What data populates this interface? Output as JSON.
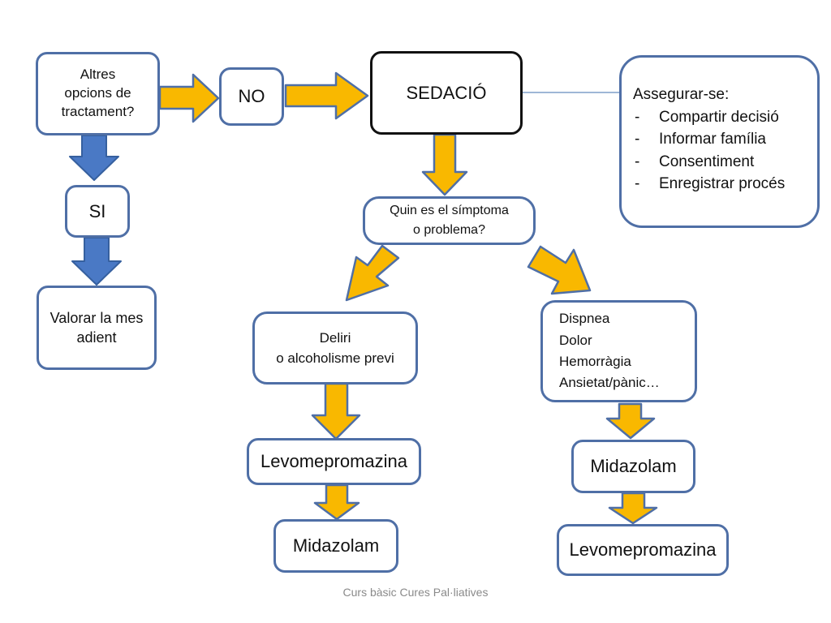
{
  "colors": {
    "orange_arrow": "#f9b800",
    "blue_arrow": "#4a79c5",
    "box_border": "#4f6fa6",
    "connector": "#7f9fc9"
  },
  "boxes": {
    "altres": {
      "lines": [
        "Altres",
        "opcions de",
        "tractament?"
      ]
    },
    "no": {
      "text": "NO"
    },
    "sedacio": {
      "text": "SEDACIÓ"
    },
    "assegurar": {
      "title": "Assegurar-se:",
      "items": [
        "Compartir decisió",
        "Informar família",
        "Consentiment",
        "Enregistrar procés"
      ]
    },
    "si": {
      "text": "SI"
    },
    "valorar": {
      "lines": [
        "Valorar la mes",
        "adient"
      ]
    },
    "simptoma": {
      "lines": [
        "Quin es el símptoma",
        "o problema?"
      ]
    },
    "deliri": {
      "lines": [
        "Deliri",
        "o alcoholisme previ"
      ]
    },
    "dispnea": {
      "lines": [
        "Dispnea",
        "Dolor",
        "Hemorràgia",
        "Ansietat/pànic…"
      ]
    },
    "levo_left": {
      "text": "Levomepromazina"
    },
    "mida_left": {
      "text": "Midazolam"
    },
    "mida_right": {
      "text": "Midazolam"
    },
    "levo_right": {
      "text": "Levomepromazina"
    }
  },
  "footer": "Curs bàsic Cures Pal·liatives"
}
